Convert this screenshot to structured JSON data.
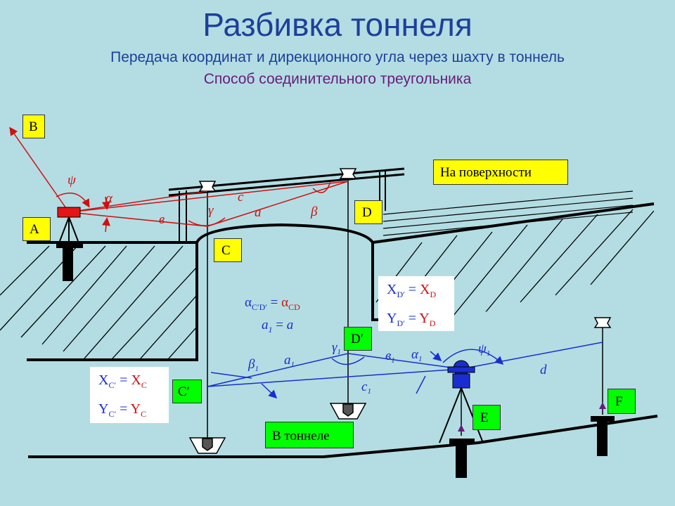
{
  "header": {
    "title": "Разбивка тоннеля",
    "subtitle": "Передача координат и дирекционного угла через шахту в тоннель",
    "method": "Способ соединительного треугольника"
  },
  "labels": {
    "B": "B",
    "A": "A",
    "C": "C",
    "D": "D",
    "C1": "C′",
    "D1": "D′",
    "E": "E",
    "F": "F",
    "surface": "На поверхности",
    "tunnel": "В тоннеле"
  },
  "angles": {
    "psi": "ψ",
    "alpha": "α",
    "gamma": "γ",
    "beta": "β",
    "c": "c",
    "a": "a",
    "v": "в",
    "beta1": "β",
    "beta1_sub": "1",
    "a1": "a",
    "a1_sub": "1",
    "gamma1": "γ",
    "gamma1_sub": "1",
    "v1": "в",
    "v1_sub": "1",
    "alpha1": "α",
    "alpha1_sub": "1",
    "psi1": "ψ",
    "psi1_sub": "1",
    "c1": "c",
    "c1_sub": "1",
    "d": "d"
  },
  "formulas": {
    "xd_left": "X",
    "xd_left_sub": "D′",
    "xd_eq": " = ",
    "xd_right": "X",
    "xd_right_sub": "D",
    "yd_left": "Y",
    "yd_left_sub": "D′",
    "yd_eq": " = ",
    "yd_right": "Y",
    "yd_right_sub": "D",
    "xc_left": "X",
    "xc_left_sub": "C′",
    "xc_eq": " = ",
    "xc_right": "X",
    "xc_right_sub": "C",
    "yc_left": "Y",
    "yc_left_sub": "C′",
    "yc_eq": " = ",
    "yc_right": "Y",
    "yc_right_sub": "C",
    "dir_left": "α",
    "dir_left_sub": "C′D′",
    "dir_eq": " = ",
    "dir_right": "α",
    "dir_right_sub": "CD",
    "a_eq_left": "a",
    "a_eq_left_sub": "1",
    "a_eq_mid": " = ",
    "a_eq_right": "a"
  },
  "colors": {
    "background": "#b3dde3",
    "title": "#1f3f9a",
    "method": "#6a1b7a",
    "red": "#d01010",
    "blue": "#1a2ed0",
    "label_yellow": "#ffff00",
    "label_green": "#00ff00"
  }
}
